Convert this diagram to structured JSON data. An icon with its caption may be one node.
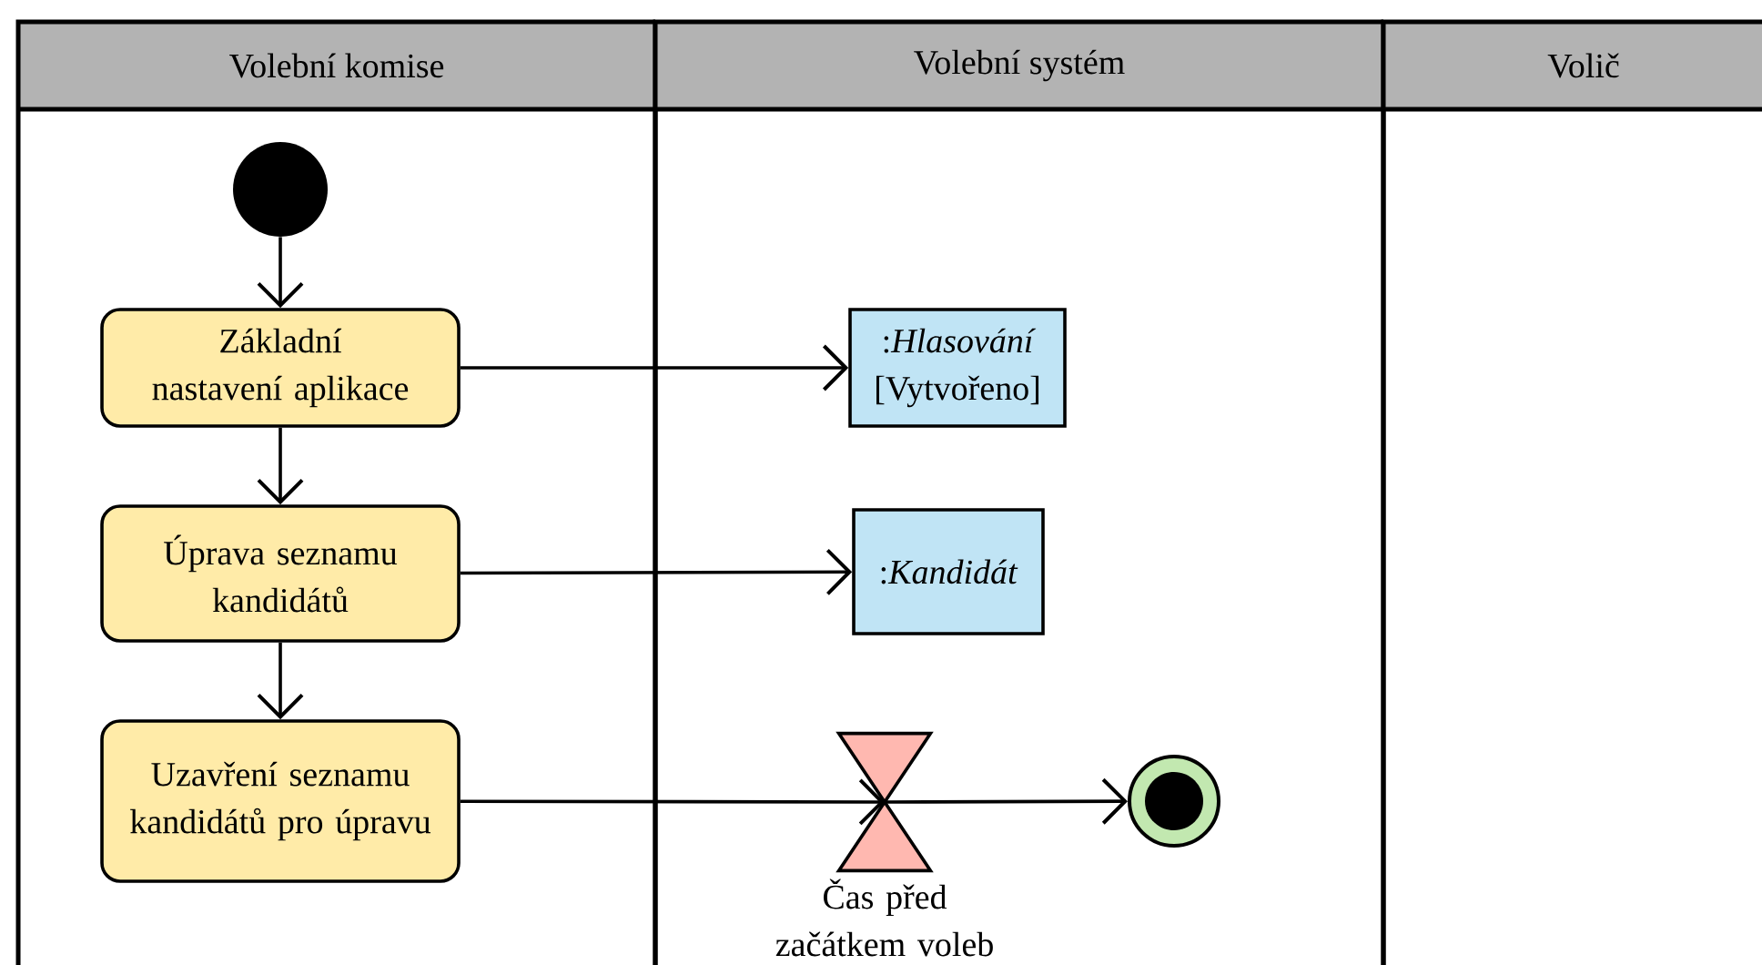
{
  "diagram": {
    "nodes": [
      {
        "text": [
          "Volební komise"
        ]
      },
      {
        "text": [
          "Volební systém"
        ]
      },
      {
        "text": [
          "Volič"
        ]
      },
      {
        "text": [],
        "shape": "circle",
        "in": 0
      },
      {
        "text": [
          "Základní nastavení aplikace"
        ],
        "in": 0
      },
      {
        "text": [
          "Úprava seznamu kandidátů"
        ],
        "in": 0
      },
      {
        "text": [
          "Uzavření seznamu kandidátů pro úpravu"
        ],
        "in": 0
      },
      {
        "text": [
          ":*Hlasování* [Vytvořeno]"
        ],
        "in": 1
      },
      {
        "text": [
          ":*Kandidát*"
        ],
        "in": 1
      },
      {
        "text": [],
        "shape": "hourglass",
        "beside": [
          "Čas před začátkem voleb"
        ],
        "in": 1
      },
      {
        "text": [],
        "shape": "circle",
        "in": 1
      }
    ],
    "edges": [
      {
        "from": 3,
        "to": 4,
        "arrow": "to"
      },
      {
        "from": 4,
        "to": 5,
        "arrow": "to"
      },
      {
        "from": 5,
        "to": 6,
        "arrow": "to"
      },
      {
        "from": 4,
        "to": 7,
        "arrow": "to"
      },
      {
        "from": 5,
        "to": 8,
        "arrow": "to"
      },
      {
        "from": 6,
        "to": 9,
        "arrow": "to"
      },
      {
        "from": 9,
        "to": 10,
        "arrow": "to"
      }
    ]
  }
}
